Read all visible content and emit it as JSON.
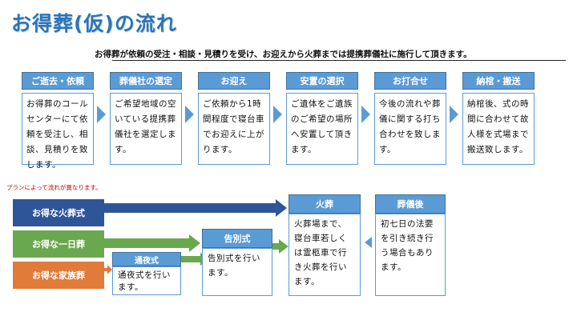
{
  "title": "お得葬(仮)の流れ",
  "subtitle": "お得葬が依頼の受注・相談・見積りを受け、お迎えから火葬までは提携葬儀社に施行して頂きます。",
  "steps": [
    {
      "label": "ご逝去・依頼",
      "text": "お得葬のコールセンターにて依頼を受注し、相談、見積りを致します。"
    },
    {
      "label": "葬儀社の選定",
      "text": "ご希望地域の空いている提携葬儀社を選定します。"
    },
    {
      "label": "お迎え",
      "text": "ご依頼から1時間程度で寝台車でお迎えに上がります。"
    },
    {
      "label": "安置の選択",
      "text": "ご遺体をご遺族のご希望の場所へ安置して頂きます。"
    },
    {
      "label": "お打合せ",
      "text": "今後の流れや葬儀に関する打ち合わせを致します。"
    },
    {
      "label": "納棺・搬送",
      "text": "納棺後、式の時間に合わせて故人様を式場まで搬送致します。"
    }
  ],
  "plan_note": "プランによって流れが異なります。",
  "plans": [
    {
      "label": "お得な火葬式",
      "color": "#2e5597"
    },
    {
      "label": "お得な一日葬",
      "color": "#6aa84f"
    },
    {
      "label": "お得な家族葬",
      "color": "#e07b39"
    }
  ],
  "ceremonies": {
    "wake": {
      "label": "通夜式",
      "text": "通夜式を行います。"
    },
    "farewell": {
      "label": "告別式",
      "text": "告別式を行います。"
    },
    "cremation": {
      "label": "火葬",
      "text": "火葬場まで、寝台車若しくは霊柩車で行き火葬を行います。"
    },
    "after": {
      "label": "葬儀後",
      "text": "初七日の法要を引き続き行う場合もあります。"
    }
  }
}
